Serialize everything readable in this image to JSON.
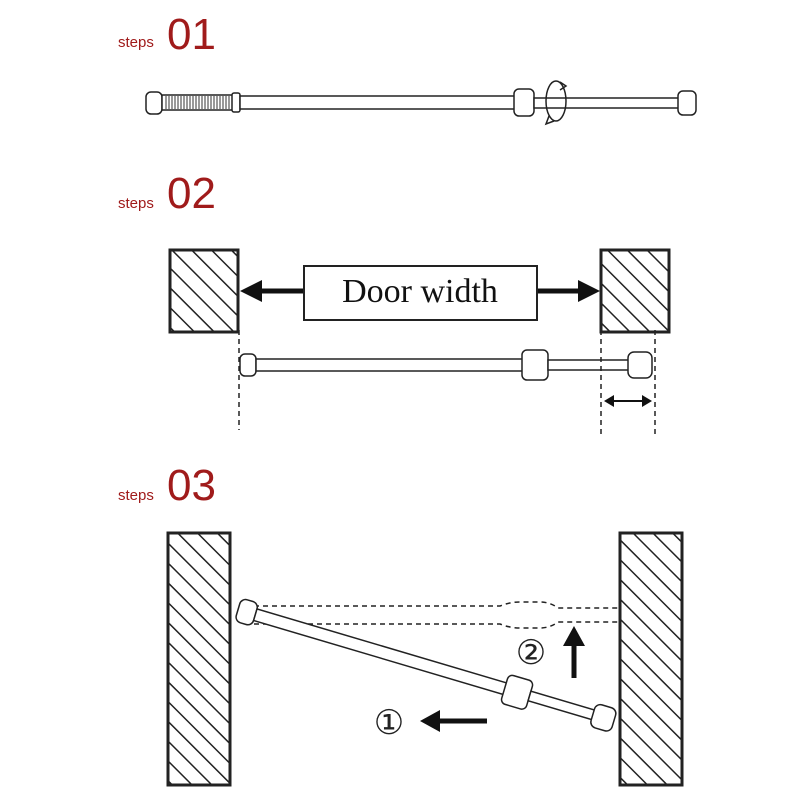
{
  "steps": [
    {
      "word": "steps",
      "number": "01"
    },
    {
      "word": "steps",
      "number": "02"
    },
    {
      "word": "steps",
      "number": "03"
    }
  ],
  "door_label": "Door width",
  "markers": {
    "first": "①",
    "second": "②"
  },
  "icons": {
    "rotate": "rotate-arrow-icon",
    "left_arrow": "arrow-left-icon",
    "up_arrow": "arrow-up-icon",
    "double_arrow": "double-arrow-icon"
  },
  "colors": {
    "step_label": "#a01b1b",
    "line": "#222222"
  }
}
